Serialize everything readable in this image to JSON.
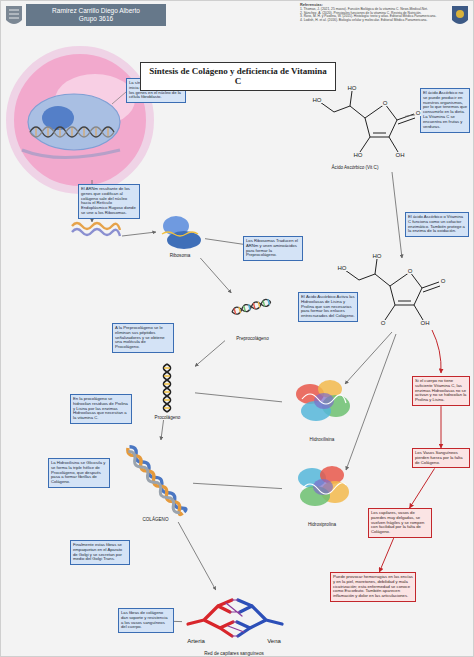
{
  "diagram": {
    "title": "Síntesis de Colágeno y deficiencia de Vitamina C",
    "nodes": [
      {
        "text": [
          "Ramírez Carrillo Diego Alberto",
          "Grupo 3616"
        ]
      },
      {
        "text": [
          "Referencias:",
          "1. Thomas, J. (2021, 25 marzo). Función Biológica de la vitamina C. News-Medical.Net.",
          "2. Sánchez, A. (2020). Principales funciones de la vitamina C. Revista de Nutrición.",
          "3. Ross, M. H. y Pawlina, W. (2015). Histología: texto y atlas. Editorial Médica Panamericana.",
          "4. Lodish, H. et al. (2016). Biología celular y molecular. Editorial Médica Panamericana."
        ]
      },
      {
        "text": [
          "La síntesis de Colágeno inicia con la transcripción de los genes en el núcleo de la célula fibroblasto."
        ]
      },
      {
        "text": [
          "El ácido Ascórbico no se puede producir en nuestros organismos, por lo que tenemos que consumirlo en la dieta. La Vitamina C se encuentra en frutas y verduras."
        ]
      },
      {
        "text": [
          "Ácido Ascórbico (Vit C)"
        ]
      },
      {
        "text": [
          "El ARNm resultante de los genes que codifican al colágeno sale del núcleo hacia el Retículo Endoplásmico Rugoso donde se une a los Ribosomas."
        ]
      },
      {
        "text": [
          "El ácido Ascórbico o Vitamina C funciona como un cofactor enzimático. También protege a la enzima de la oxidación."
        ]
      },
      {
        "text": [
          "Los Ribosomas Traducen el ARNm y unen aminoácidos para formar la Preprocolágeno."
        ]
      },
      {
        "text": [
          "El Ácido Ascórbico Activa las Hidroxilasas de Lisina y Prolina que son necesarias para formar los enlaces entrecruzados del Colágeno."
        ]
      },
      {
        "text": [
          "Ribosoma"
        ]
      },
      {
        "text": [
          "Preprocolágeno"
        ]
      },
      {
        "text": [
          "A la Preprocolágeno se le eliminan sus péptidos señalizadores y se obtiene una molécula de Procolágeno."
        ]
      },
      {
        "text": [
          "Si el cuerpo no tiene suficiente Vitamina C, las enzimas Hidroxilasas no se activan y no se hidroxilan la Prolina y Lisina."
        ]
      },
      {
        "text": [
          "Procolágeno"
        ]
      },
      {
        "text": [
          "En la procolágeno se hidroxilan residuos de Prolina y Lisina por las enzimas Hidroxilasas que necesitan a la vitamina C."
        ]
      },
      {
        "text": [
          "Hidroxilisina"
        ]
      },
      {
        "text": [
          "Los Vasos Sanguíneos pierden fuerza por la falta de Colágeno."
        ]
      },
      {
        "text": [
          "La Hidroxilisina se Glicosila y se forma la triple hélice de Procolágeno, que después pasa a formar fibrillas de Colágeno."
        ]
      },
      {
        "text": [
          "COLÁGENO"
        ]
      },
      {
        "text": [
          "Hidroxiprolina"
        ]
      },
      {
        "text": [
          "Los capilares, vasos de paredes muy delgadas, se vuelven frágiles y se rompen con facilidad por la falta de Colágeno."
        ]
      },
      {
        "text": [
          "Finalmente estas fibras se empaquetan en el Aparato de Golgi y se secretan por medio del Golgi Trans."
        ]
      },
      {
        "text": [
          "Puede provocar hemorragias en las encías y en la piel, moretones, debilidad y mala cicatrización; esta enfermedad se conoce como Escorbuto. También aparecen inflamación y dolor en las articulaciones."
        ]
      },
      {
        "text": [
          "Las fibras de colágeno dan soporte y resistencia a los vasos sanguíneos del cuerpo."
        ]
      },
      {
        "text": [
          "Red de capilares sanguíneos"
        ]
      }
    ],
    "edges": [
      {
        "from": 9,
        "to": 10,
        "arrow": "to"
      },
      {
        "from": 10,
        "to": 13,
        "arrow": "to"
      },
      {
        "from": 13,
        "to": 18,
        "arrow": "to"
      },
      {
        "from": 18,
        "to": 24,
        "arrow": "to"
      },
      {
        "from": 15,
        "to": 13,
        "arrow": "none"
      },
      {
        "from": 19,
        "to": 18,
        "arrow": "none"
      },
      {
        "from": 4,
        "to": 3,
        "arrow": "none"
      },
      {
        "from": 12,
        "to": 16,
        "arrow": "to"
      },
      {
        "from": 16,
        "to": 20,
        "arrow": "to"
      },
      {
        "from": 20,
        "to": 22,
        "arrow": "to"
      },
      {
        "from": 7,
        "to": 9,
        "arrow": "none"
      },
      {
        "from": 23,
        "to": 24,
        "arrow": "none"
      }
    ],
    "labels": [
      "HO",
      "HO",
      "O",
      "O",
      "HO",
      "OH",
      "HO",
      "HO",
      "O",
      "O",
      "O",
      "OH",
      "Arteria",
      "Vena"
    ]
  }
}
